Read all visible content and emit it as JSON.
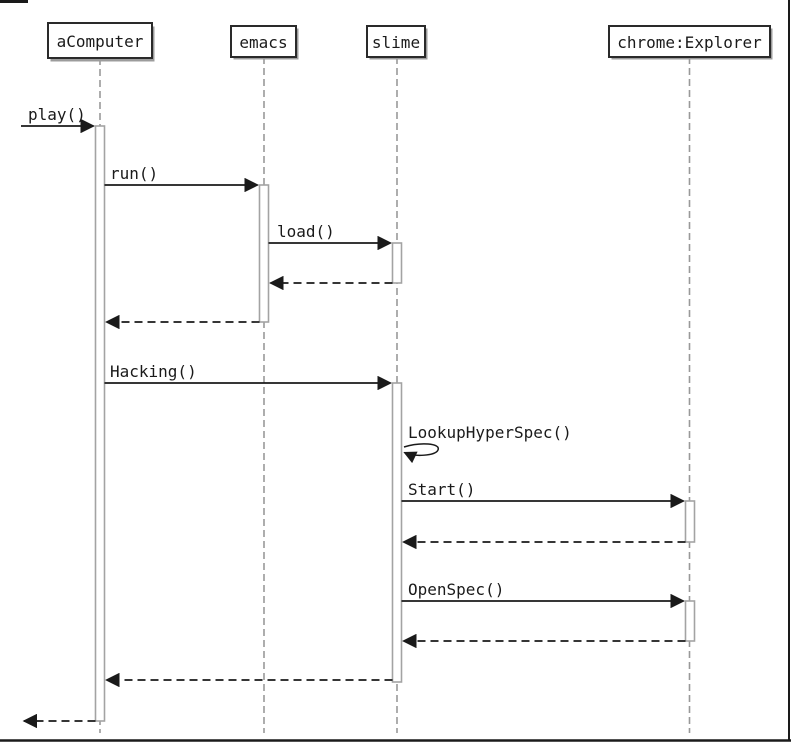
{
  "diagram": {
    "type": "uml-sequence-diagram",
    "lifelines": [
      {
        "label": "aComputer"
      },
      {
        "label": "emacs"
      },
      {
        "label": "slime"
      },
      {
        "label": "chrome:Explorer"
      }
    ],
    "messages": [
      {
        "label": "play()",
        "from": "external",
        "to": "aComputer",
        "style": "solid-call"
      },
      {
        "label": "run()",
        "from": "aComputer",
        "to": "emacs",
        "style": "solid-call"
      },
      {
        "label": "load()",
        "from": "emacs",
        "to": "slime",
        "style": "solid-call"
      },
      {
        "label": "",
        "from": "slime",
        "to": "emacs",
        "style": "dashed-return"
      },
      {
        "label": "",
        "from": "emacs",
        "to": "aComputer",
        "style": "dashed-return"
      },
      {
        "label": "Hacking()",
        "from": "aComputer",
        "to": "slime",
        "style": "solid-call"
      },
      {
        "label": "LookupHyperSpec()",
        "from": "slime",
        "to": "slime",
        "style": "self-call"
      },
      {
        "label": "Start()",
        "from": "slime",
        "to": "chrome:Explorer",
        "style": "solid-call"
      },
      {
        "label": "",
        "from": "chrome:Explorer",
        "to": "slime",
        "style": "dashed-return"
      },
      {
        "label": "OpenSpec()",
        "from": "slime",
        "to": "chrome:Explorer",
        "style": "solid-call"
      },
      {
        "label": "",
        "from": "chrome:Explorer",
        "to": "slime",
        "style": "dashed-return"
      },
      {
        "label": "",
        "from": "slime",
        "to": "aComputer",
        "style": "dashed-return"
      },
      {
        "label": "",
        "from": "aComputer",
        "to": "external",
        "style": "dashed-return"
      }
    ],
    "colors": {
      "message_line": "#1a1a1a",
      "lifeline": "#999999",
      "activation_border": "#a3a3a3",
      "box_border": "#2a2a2a",
      "box_shadow": "#9c9c9c",
      "background": "#ffffff"
    }
  }
}
